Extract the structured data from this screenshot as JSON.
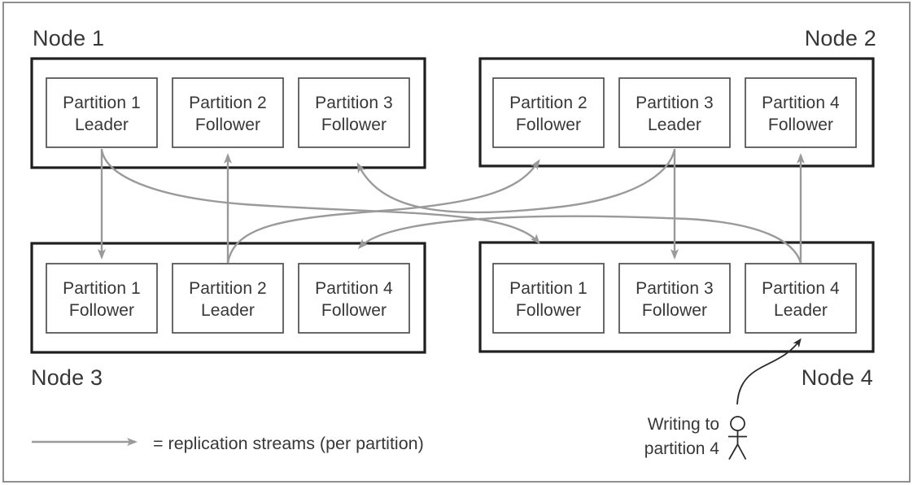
{
  "figure": {
    "nodes": [
      {
        "label": "Node 1",
        "partitions": [
          {
            "name": "Partition 1",
            "role": "Leader"
          },
          {
            "name": "Partition 2",
            "role": "Follower"
          },
          {
            "name": "Partition 3",
            "role": "Follower"
          }
        ]
      },
      {
        "label": "Node 2",
        "partitions": [
          {
            "name": "Partition 2",
            "role": "Follower"
          },
          {
            "name": "Partition 3",
            "role": "Leader"
          },
          {
            "name": "Partition 4",
            "role": "Follower"
          }
        ]
      },
      {
        "label": "Node 3",
        "partitions": [
          {
            "name": "Partition 1",
            "role": "Follower"
          },
          {
            "name": "Partition 2",
            "role": "Leader"
          },
          {
            "name": "Partition 4",
            "role": "Follower"
          }
        ]
      },
      {
        "label": "Node 4",
        "partitions": [
          {
            "name": "Partition 1",
            "role": "Follower"
          },
          {
            "name": "Partition 3",
            "role": "Follower"
          },
          {
            "name": "Partition 4",
            "role": "Leader"
          }
        ]
      }
    ],
    "legend": {
      "arrow_label": "= replication streams (per partition)"
    },
    "annotation": {
      "line1": "Writing to",
      "line2": "partition 4"
    }
  },
  "colors": {
    "background": "#ffffff",
    "frame": "#8f8f8f",
    "node_border": "#1f1f1f",
    "partition_border": "#4f4f4f",
    "text": "#373737",
    "stream_arrow": "#9a9a9a",
    "writer_ink": "#2b2b2b"
  }
}
